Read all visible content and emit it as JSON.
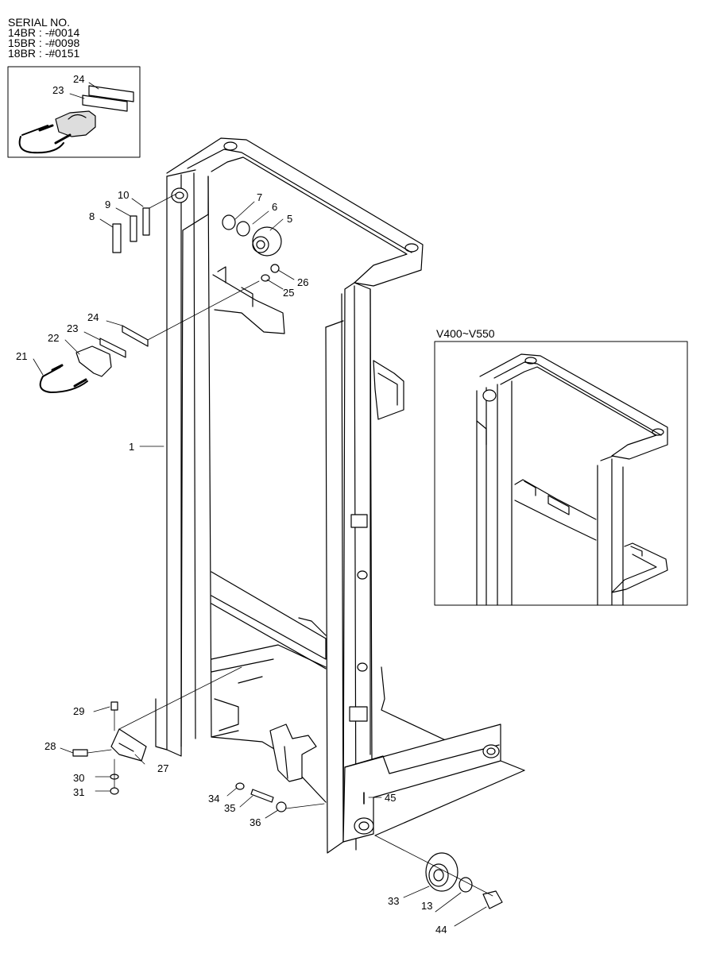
{
  "serial": {
    "heading": "SERIAL NO.",
    "lines": [
      "14BR : -#0014",
      "15BR : -#0098",
      "18BR : -#0151"
    ]
  },
  "inset_title": "V400~V550",
  "callouts": [
    "1",
    "5",
    "6",
    "7",
    "8",
    "9",
    "10",
    "13",
    "21",
    "22",
    "23",
    "24",
    "25",
    "26",
    "27",
    "28",
    "29",
    "30",
    "31",
    "33",
    "34",
    "35",
    "36",
    "44",
    "45"
  ],
  "inset_callouts": [
    "23",
    "24"
  ]
}
